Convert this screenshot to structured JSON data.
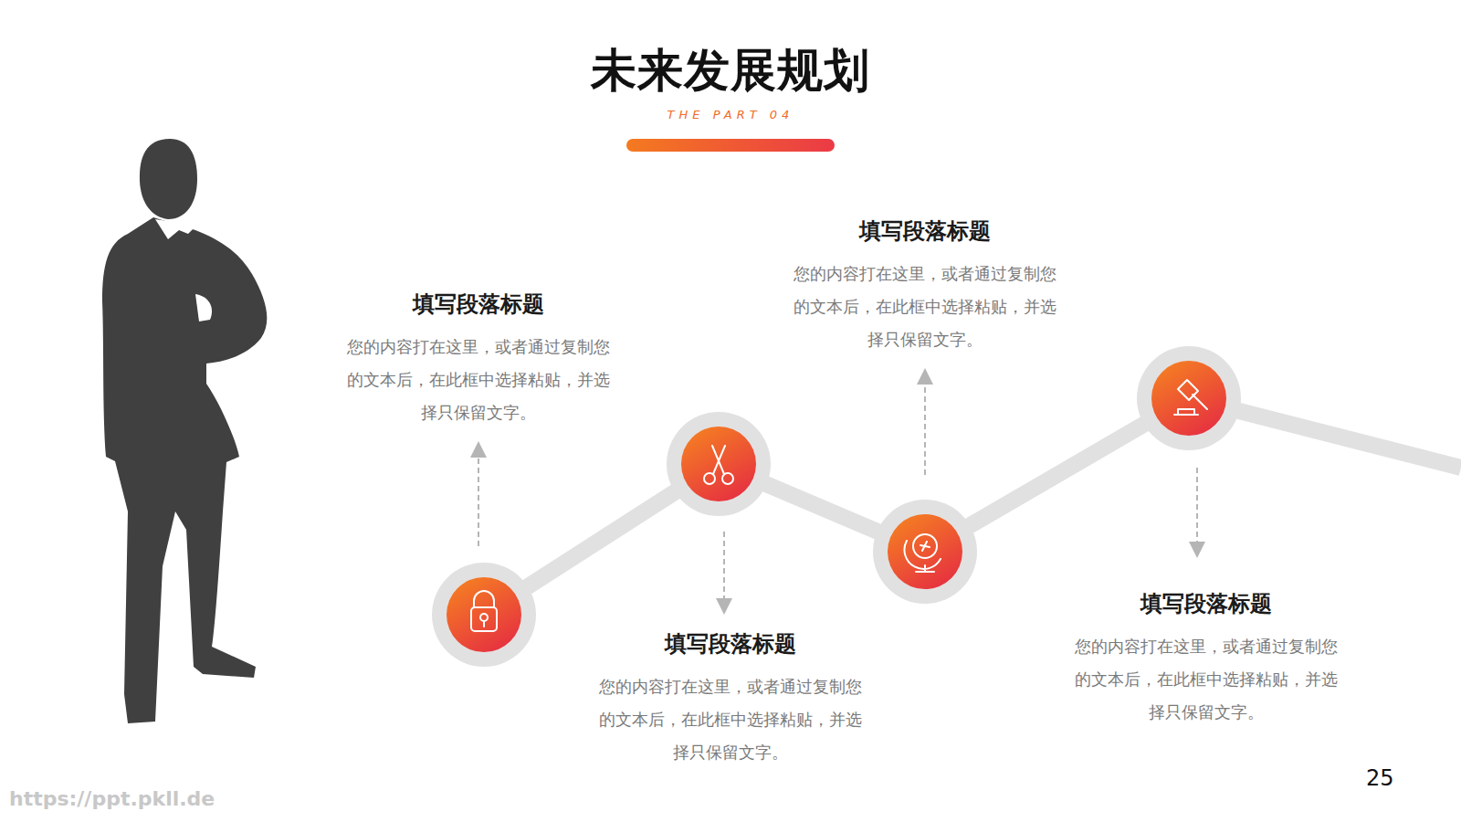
{
  "diagram": {
    "title": "未来发展规划",
    "nodes": [
      {
        "text": [
          "填写段落标题",
          "您的内容打在这里，或者通过复制您的文本后，在此框中选择粘贴，并选择只保留文字。"
        ]
      },
      {
        "text": [
          "填写段落标题",
          "您的内容打在这里，或者通过复制您的文本后，在此框中选择粘贴，并选择只保留文字。"
        ]
      },
      {
        "text": [
          "填写段落标题",
          "您的内容打在这里，或者通过复制您的文本后，在此框中选择粘贴，并选择只保留文字。"
        ]
      },
      {
        "text": [
          "填写段落标题",
          "您的内容打在这里，或者通过复制您的文本后，在此框中选择粘贴，并选择只保留文字。"
        ]
      }
    ],
    "labels": [
      "THE PART 04",
      "25",
      "https://ppt.pkll.de"
    ]
  }
}
